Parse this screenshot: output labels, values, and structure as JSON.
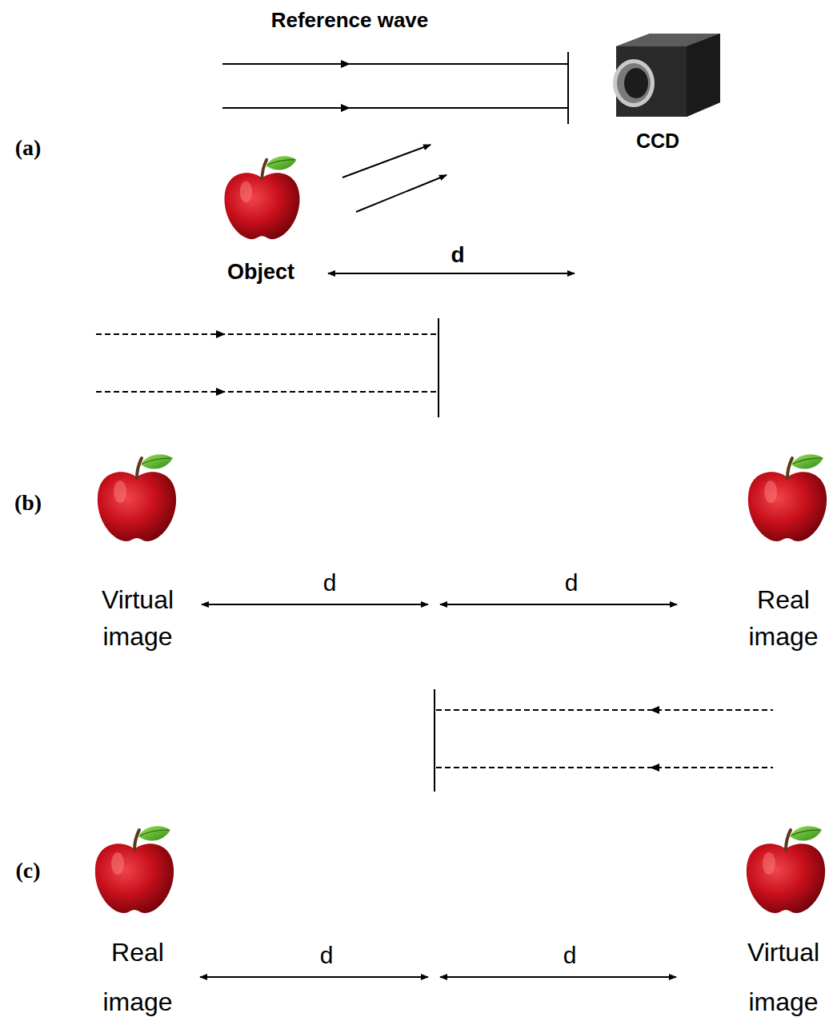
{
  "diagram": {
    "labels": [
      "Reference wave",
      "(a)",
      "CCD",
      "Object",
      "d",
      "(b)",
      "d",
      "d",
      "Virtual image",
      "Real image",
      "(c)",
      "d",
      "d",
      "Real image",
      "Virtual image"
    ]
  }
}
